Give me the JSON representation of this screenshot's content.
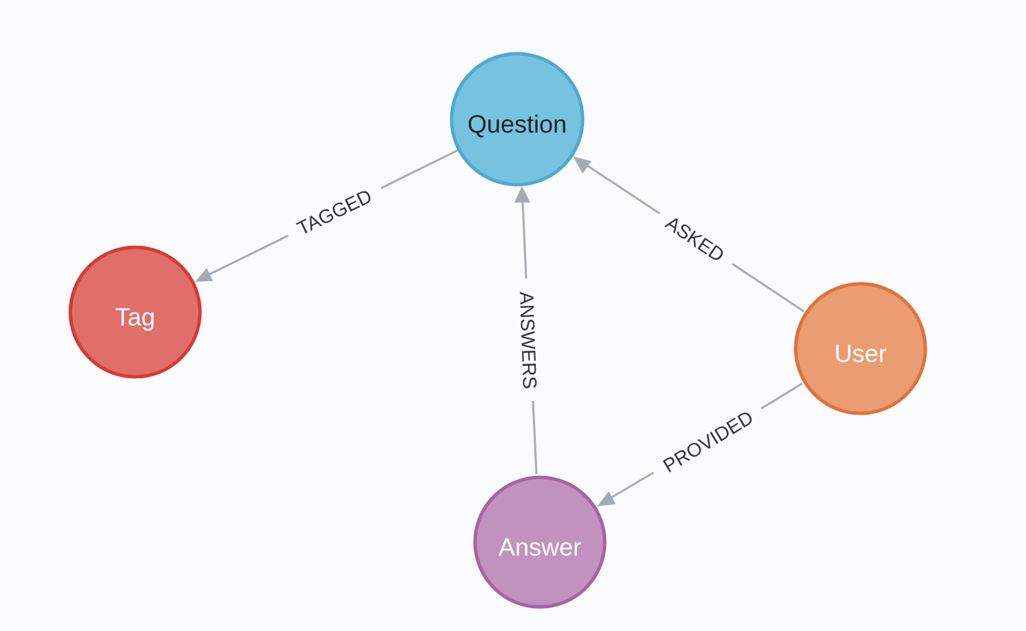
{
  "graph": {
    "nodes": [
      {
        "id": "question",
        "label": "Question",
        "fill": "#76c3e0",
        "stroke": "#4fa9d1",
        "text_color": "#222222"
      },
      {
        "id": "tag",
        "label": "Tag",
        "fill": "#e06f6a",
        "stroke": "#d63b34",
        "text_color": "#ffffff"
      },
      {
        "id": "user",
        "label": "User",
        "fill": "#ea9d72",
        "stroke": "#e17239",
        "text_color": "#ffffff"
      },
      {
        "id": "answer",
        "label": "Answer",
        "fill": "#c292bf",
        "stroke": "#a862a5",
        "text_color": "#ffffff"
      }
    ],
    "relationships": [
      {
        "id": "tagged",
        "label": "TAGGED",
        "from": "question",
        "to": "tag"
      },
      {
        "id": "answers",
        "label": "ANSWERS",
        "from": "answer",
        "to": "question"
      },
      {
        "id": "asked",
        "label": "ASKED",
        "from": "user",
        "to": "question"
      },
      {
        "id": "provided",
        "label": "PROVIDED",
        "from": "user",
        "to": "answer"
      }
    ]
  }
}
